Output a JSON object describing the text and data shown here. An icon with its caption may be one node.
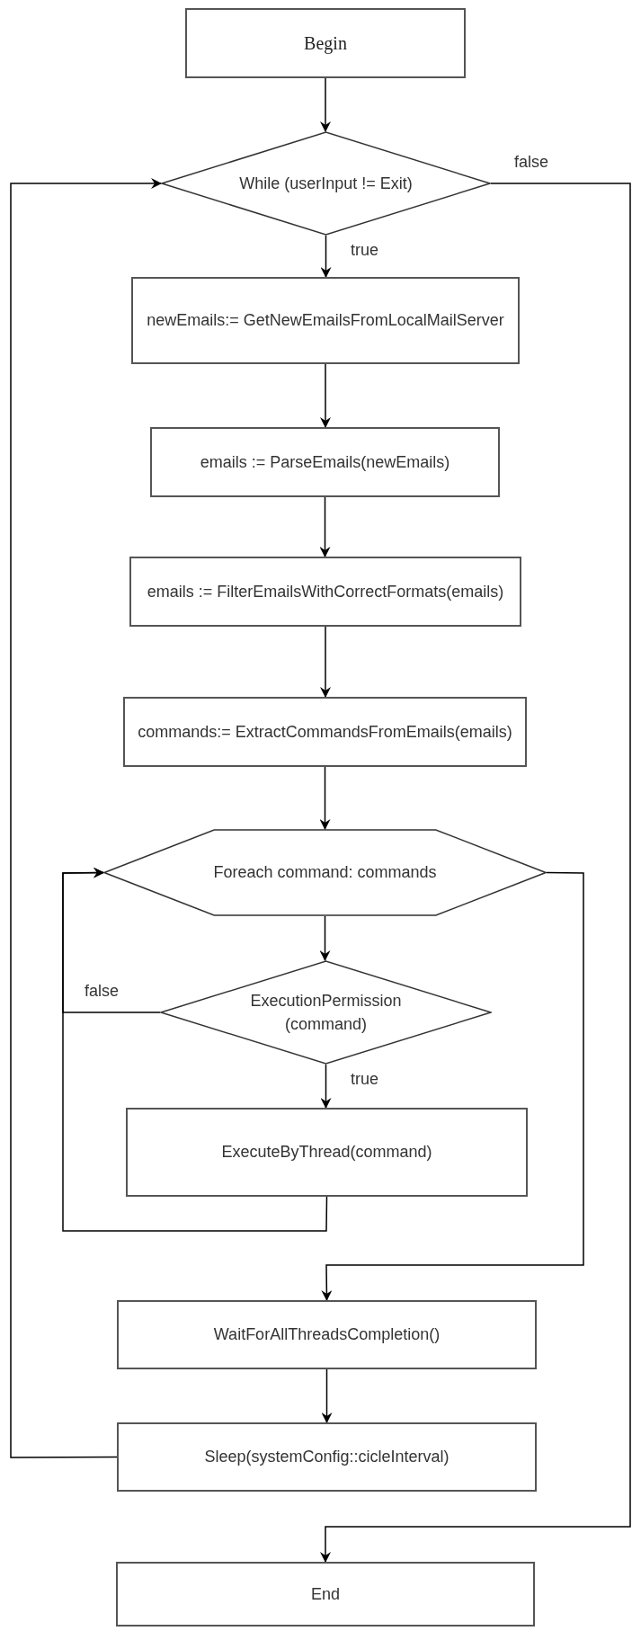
{
  "diagram": {
    "nodes": [
      {
        "text": [
          "Begin"
        ]
      },
      {
        "text": [
          "While (userInput != Exit)"
        ]
      },
      {
        "text": [
          "newEmails:= GetNewEmailsFromLocalMailServer"
        ]
      },
      {
        "text": [
          "emails := ParseEmails(newEmails)"
        ]
      },
      {
        "text": [
          "emails := FilterEmailsWithCorrectFormats(emails)"
        ]
      },
      {
        "text": [
          "commands:= ExtractCommandsFromEmails(emails)"
        ]
      },
      {
        "text": [
          "Foreach command: commands"
        ]
      },
      {
        "text": [
          "ExecutionPermission (command)"
        ]
      },
      {
        "text": [
          "ExecuteByThread(command)"
        ]
      },
      {
        "text": [
          "WaitForAllThreadsCompletion()"
        ]
      },
      {
        "text": [
          "Sleep(systemConfig::cicleInterval)"
        ]
      },
      {
        "text": [
          "End"
        ]
      }
    ],
    "edges": [
      {
        "from": 0,
        "to": 1,
        "arrow": "to"
      },
      {
        "from": 1,
        "to": 2,
        "arrow": "to",
        "label": "true"
      },
      {
        "from": 2,
        "to": 3,
        "arrow": "to"
      },
      {
        "from": 3,
        "to": 4,
        "arrow": "to"
      },
      {
        "from": 4,
        "to": 5,
        "arrow": "to"
      },
      {
        "from": 5,
        "to": 6,
        "arrow": "to"
      },
      {
        "from": 6,
        "to": 7,
        "arrow": "to"
      },
      {
        "from": 7,
        "to": 8,
        "arrow": "to",
        "label": "true"
      },
      {
        "from": 8,
        "to": 6,
        "arrow": "to"
      },
      {
        "from": 7,
        "to": 6,
        "arrow": "to",
        "label": "false"
      },
      {
        "from": 6,
        "to": 9,
        "arrow": "to"
      },
      {
        "from": 9,
        "to": 10,
        "arrow": "to"
      },
      {
        "from": 10,
        "to": 1,
        "arrow": "to"
      },
      {
        "from": 1,
        "to": 11,
        "arrow": "to",
        "label": "false"
      }
    ]
  }
}
